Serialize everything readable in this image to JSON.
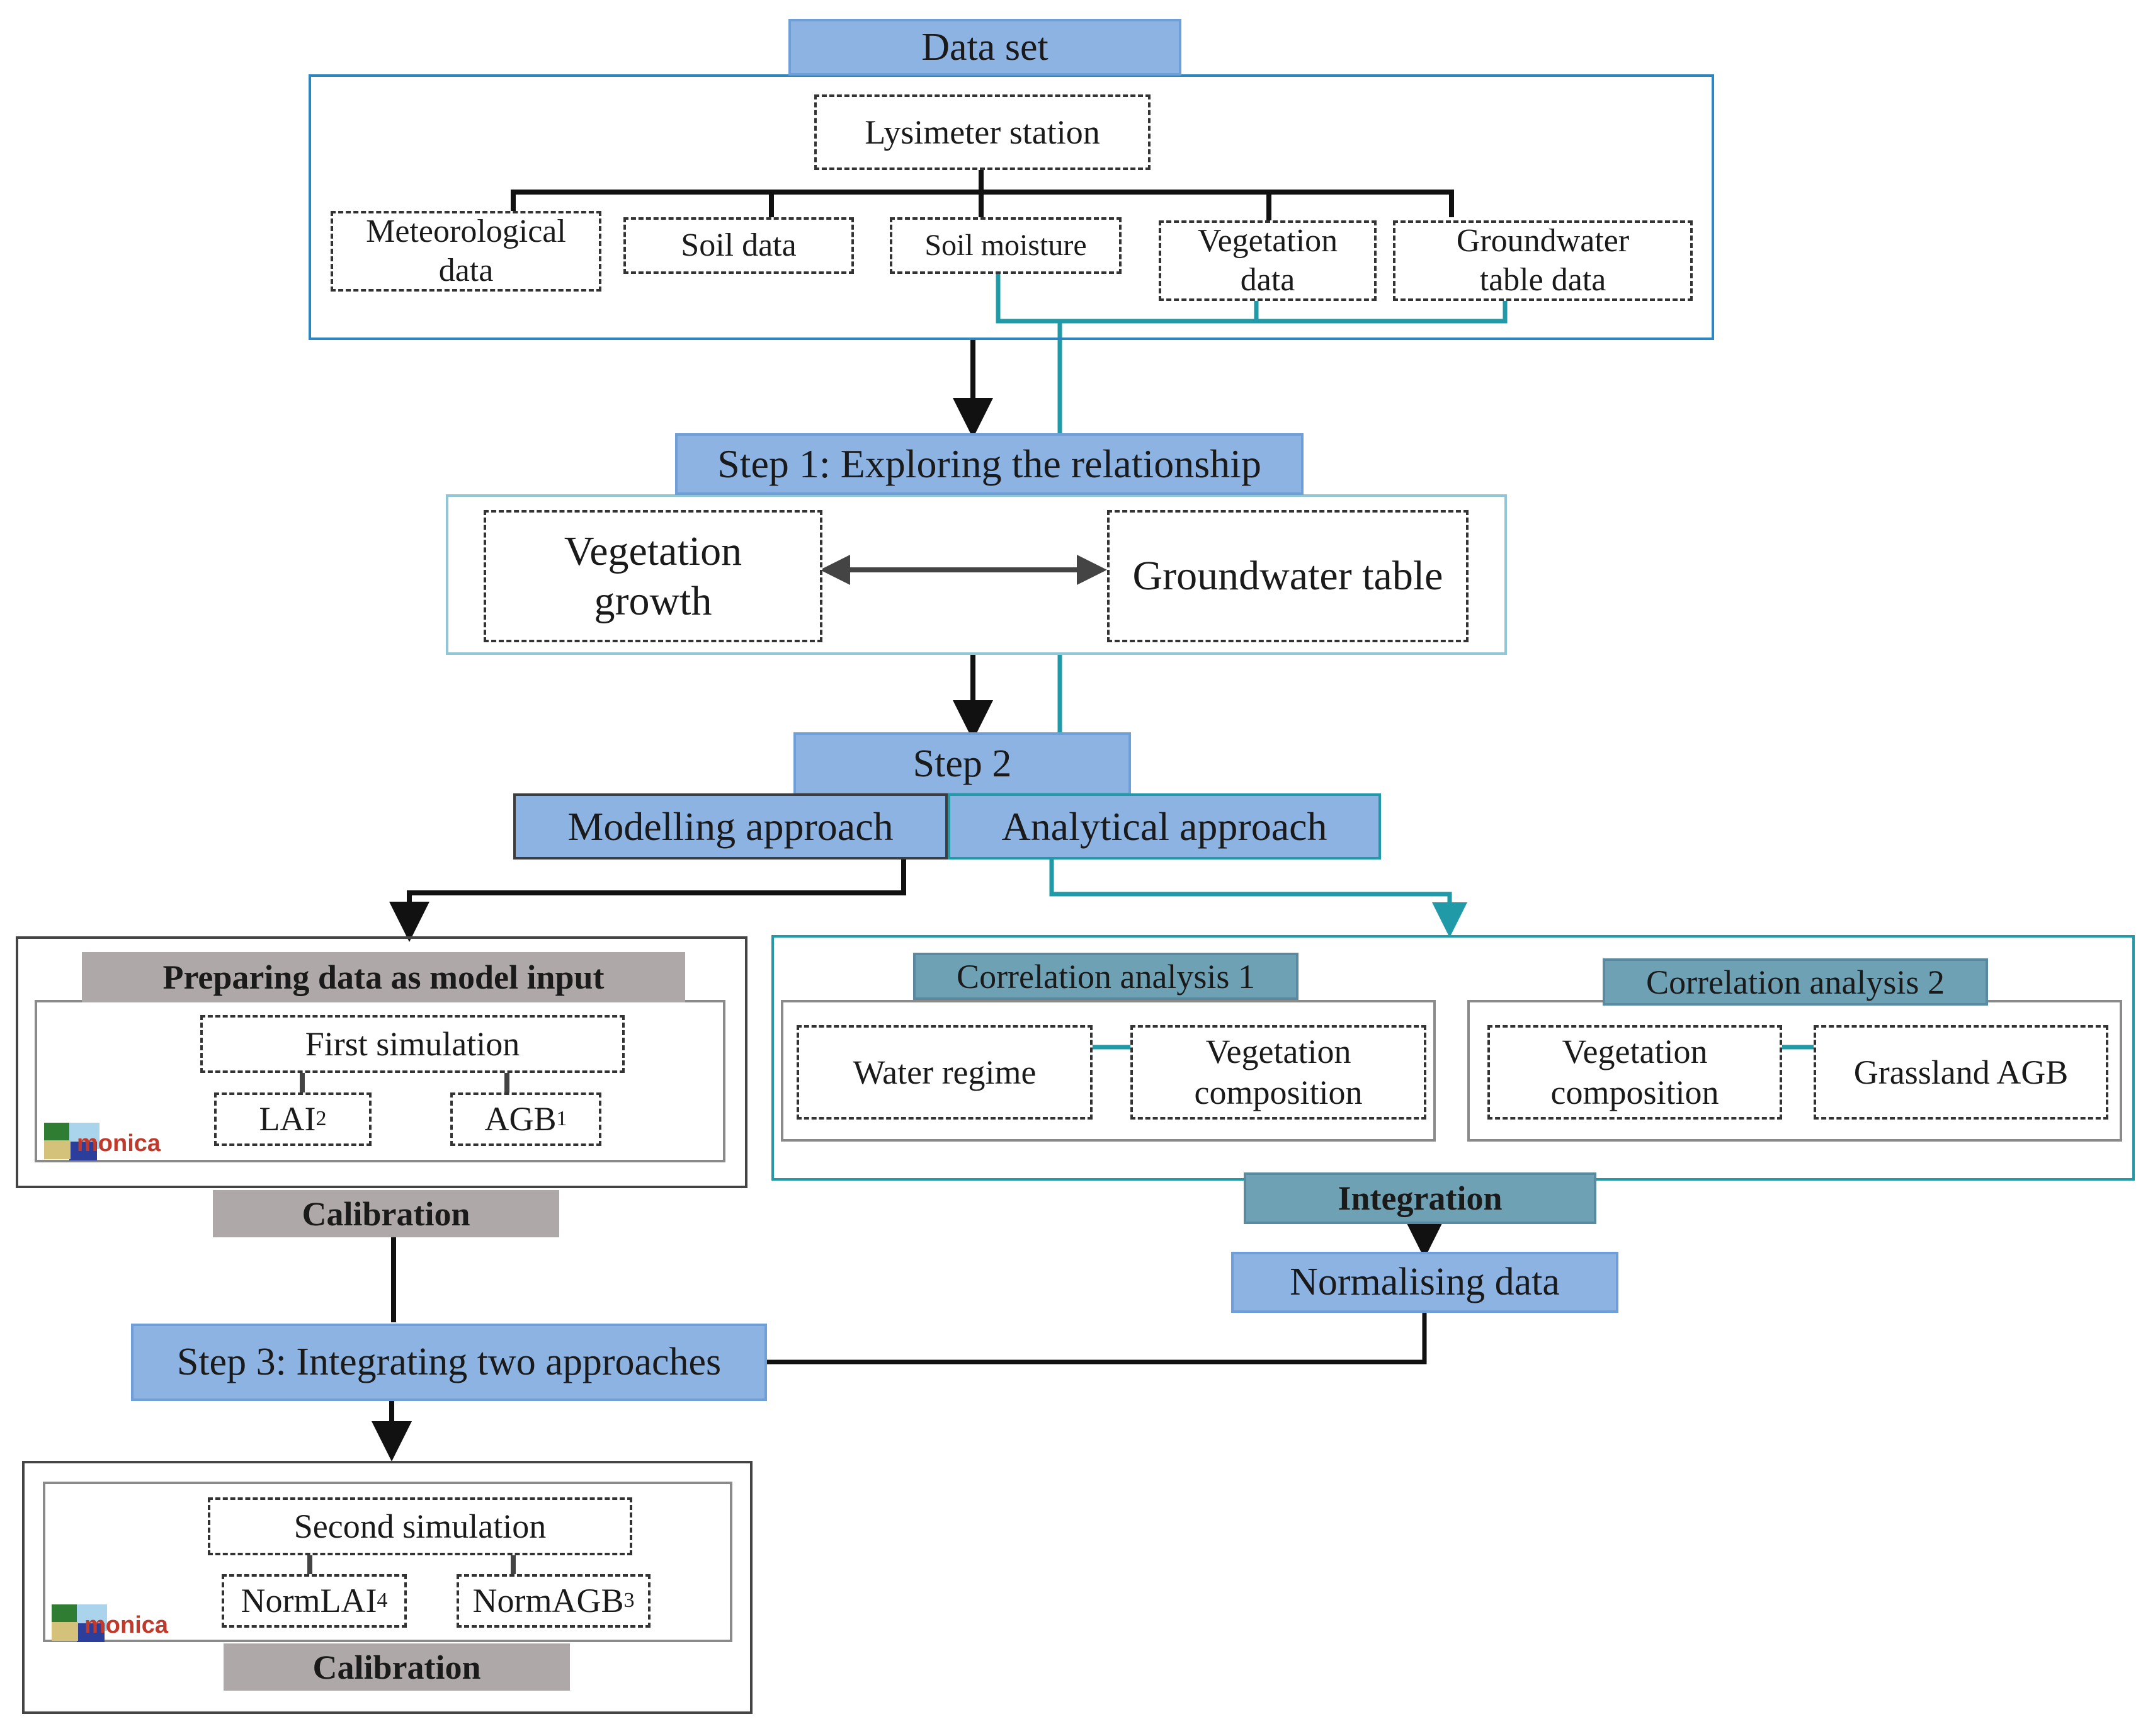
{
  "dataset": {
    "title": "Data set",
    "station": "Lysimeter station",
    "meteorological": "Meteorological data",
    "soil": "Soil data",
    "soil_moisture": "Soil moisture",
    "vegetation": "Vegetation data",
    "groundwater": "Groundwater table data"
  },
  "step1": {
    "title": "Step 1: Exploring the relationship",
    "vegetation_growth": "Vegetation growth",
    "groundwater_table": "Groundwater table"
  },
  "step2": {
    "title": "Step 2",
    "modelling": "Modelling approach",
    "analytical": "Analytical approach"
  },
  "modelling": {
    "prepare": "Preparing data as model input",
    "first_sim": "First simulation",
    "lai": "LAI",
    "lai_sup": "2",
    "agb": "AGB",
    "agb_sup": "1",
    "calibration": "Calibration"
  },
  "analytical": {
    "corr1": "Correlation analysis 1",
    "water_regime": "Water regime",
    "veg_comp1": "Vegetation composition",
    "corr2": "Correlation analysis 2",
    "veg_comp2": "Vegetation composition",
    "grassland": "Grassland AGB",
    "integration": "Integration",
    "normalising": "Normalising data"
  },
  "step3": {
    "title": "Step 3: Integrating two approaches",
    "second_sim": "Second simulation",
    "normlai": "NormLAI",
    "normlai_sup": "4",
    "normagb": "NormAGB",
    "normagb_sup": "3",
    "calibration": "Calibration"
  },
  "logo": {
    "text": "monica"
  },
  "colors": {
    "header_blue": "#8db3e2",
    "header_teal": "#6fa1b5",
    "header_gray": "#aea9a8",
    "line_teal": "#1f9aa6",
    "frame_blue": "#2e86c1"
  }
}
